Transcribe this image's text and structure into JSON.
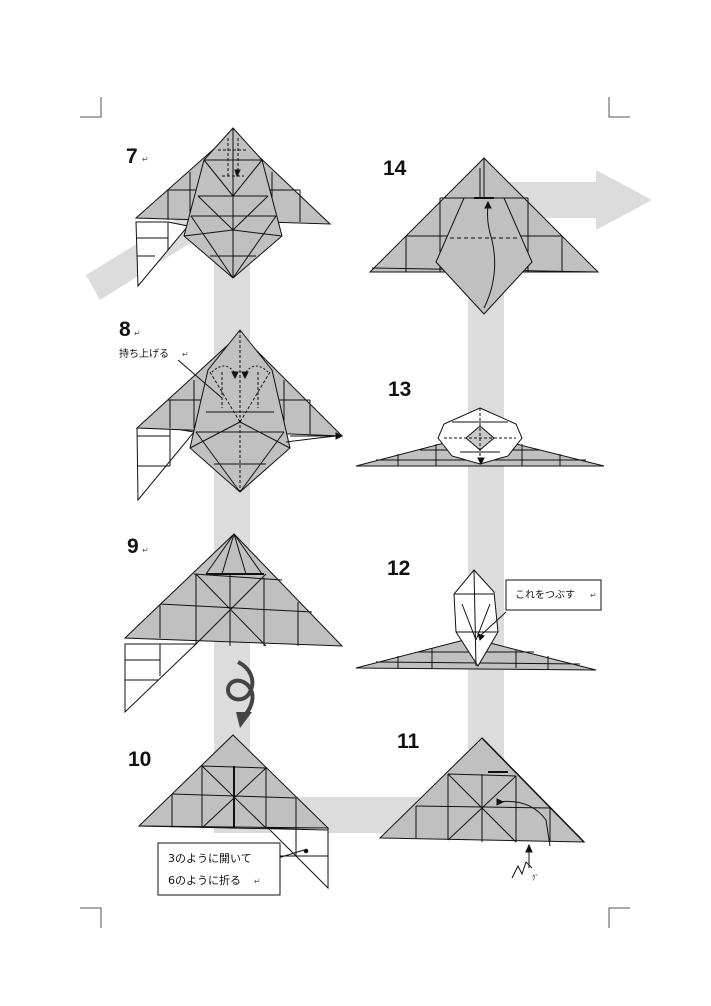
{
  "steps": {
    "s7": "7",
    "s8": "8",
    "s9": "9",
    "s10": "10",
    "s11": "11",
    "s12": "12",
    "s13": "13",
    "s14": "14"
  },
  "return_mark": "↵",
  "annotations": {
    "lift_up": "持ち上げる",
    "squash_this": "これをつぶす",
    "open_like_3": "3のように開いて",
    "fold_like_6": "6のように折る"
  },
  "colors": {
    "paper_gray": "#c0c0c0",
    "paper_white": "#ffffff",
    "flow_arrow": "#dcdcdc",
    "line": "#111111"
  }
}
